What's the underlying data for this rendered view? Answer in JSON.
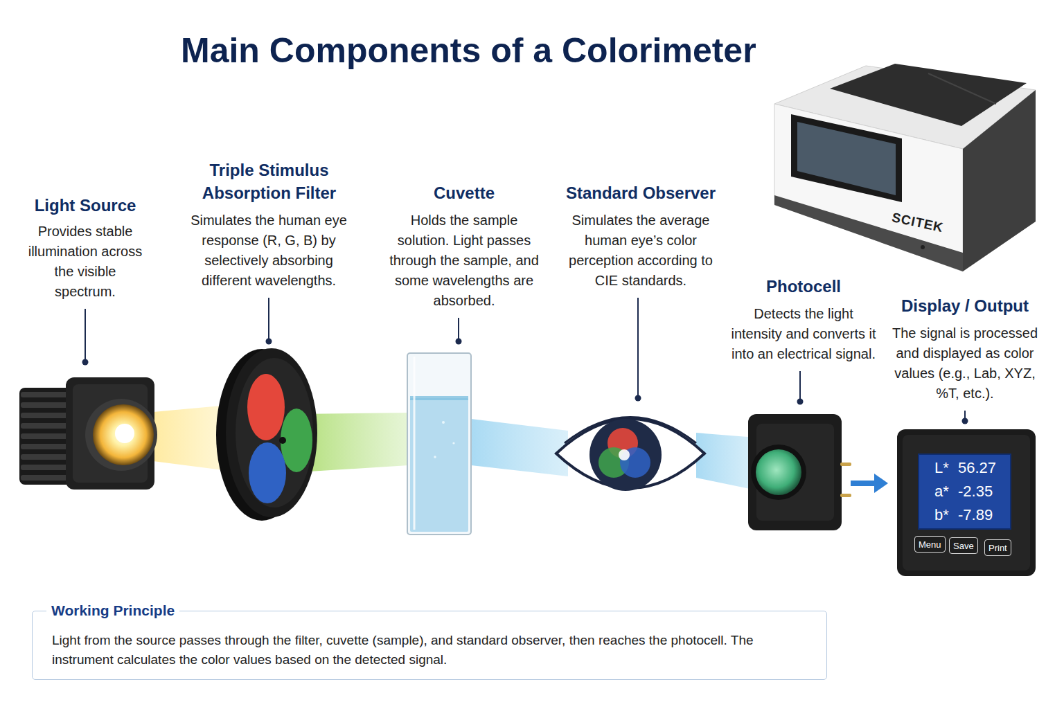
{
  "diagram": {
    "title": "Main Components of a Colorimeter",
    "nodes": [
      {
        "text": [
          "Working Principle",
          "Light from the source passes through the filter, cuvette (sample), and standard observer, then reaches the photocell. The instrument calculates the color values based on the detected signal."
        ]
      },
      {
        "text": [
          "L*",
          "56.27",
          "a*",
          "-2.35",
          "b*",
          "-7.89"
        ]
      },
      {
        "text": [
          "Menu"
        ]
      },
      {
        "text": [
          "Save"
        ]
      },
      {
        "text": [
          "Print"
        ]
      }
    ],
    "labels": [
      "Light Source",
      "Provides stable illumination across the visible spectrum.",
      "Triple Stimulus Absorption Filter",
      "Simulates the human eye response (R, G, B) by selectively absorbing different wavelengths.",
      "Cuvette",
      "Holds the sample solution. Light passes through the sample, and some wavelengths are absorbed.",
      "Standard Observer",
      "Simulates the average human eye’s color perception according to CIE standards.",
      "Photocell",
      "Detects the light intensity and converts it into an electrical signal.",
      "Display / Output",
      "The signal is processed and displayed as color values (e.g., Lab, XYZ, %T, etc.).",
      "SCITEK"
    ]
  }
}
